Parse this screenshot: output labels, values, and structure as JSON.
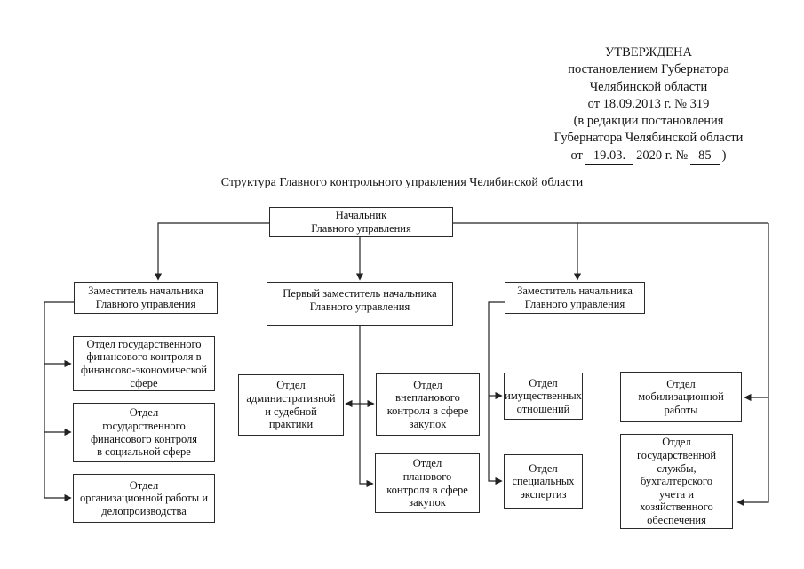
{
  "approval": {
    "lines": [
      "УТВЕРЖДЕНА",
      "постановлением Губернатора",
      "Челябинской области",
      "от 18.09.2013 г. № 319",
      "(в редакции постановления",
      "Губернатора Челябинской области"
    ],
    "last_line": {
      "prefix": "от",
      "date": "19.03.",
      "middle": "2020 г. №",
      "number": "85",
      "suffix": ")"
    }
  },
  "title": "Структура Главного контрольного управления Челябинской области",
  "org": {
    "chief": "Начальник\nГлавного управления",
    "deputy_left": "Заместитель начальника\nГлавного управления",
    "deputy_first": "Первый заместитель начальника\nГлавного управления",
    "deputy_right": "Заместитель начальника\nГлавного управления",
    "dept_fin_econ": "Отдел государственного\nфинансового контроля в\nфинансово-экономической\nсфере",
    "dept_fin_social": "Отдел\nгосударственного\nфинансового контроля\nв социальной сфере",
    "dept_org_work": "Отдел\nорганизационной работы и\nделопроизводства",
    "dept_admin_judicial": "Отдел\nадминистративной\nи судебной\nпрактики",
    "dept_unplanned": "Отдел\nвнепланового\nконтроля в сфере\nзакупок",
    "dept_planned": "Отдел\nпланового\nконтроля в сфере\nзакупок",
    "dept_property": "Отдел\nимущественных\nотношений",
    "dept_special": "Отдел\nспециальных\nэкспертиз",
    "dept_mobilization": "Отдел\nмобилизационной\nработы",
    "dept_state_service": "Отдел\nгосударственной\nслужбы,\nбухгалтерского\nучета и\nхозяйственного\nобеспечения"
  },
  "colors": {
    "line": "#222222",
    "border": "#2a2a2a",
    "text": "#111111",
    "background": "#ffffff"
  }
}
